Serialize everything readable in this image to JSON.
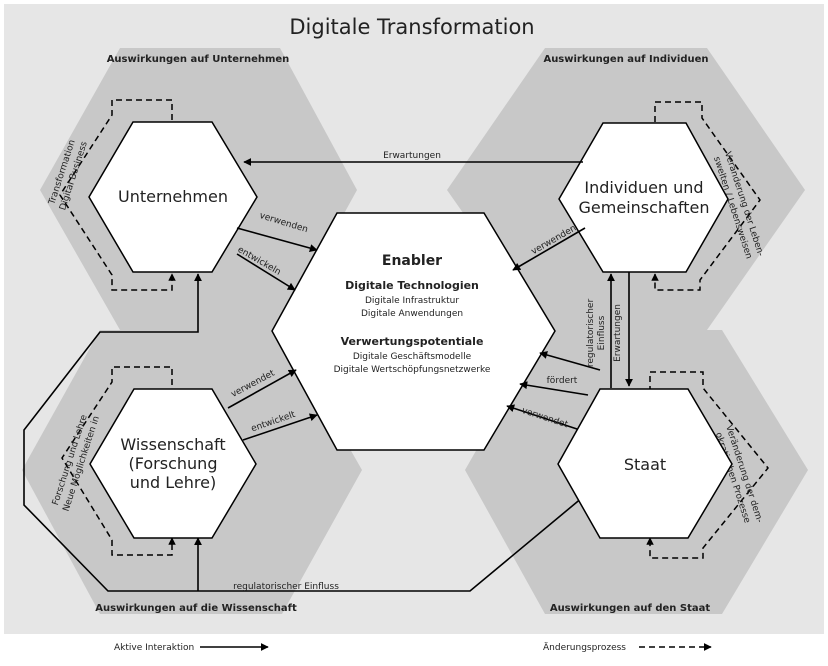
{
  "title": "Digitale Transformation",
  "regions": {
    "top_left": "Auswirkungen auf Unternehmen",
    "top_right": "Auswirkungen auf Individuen",
    "bottom_left": "Auswirkungen auf die Wissenschaft",
    "bottom_right": "Auswirkungen auf den Staat"
  },
  "nodes": {
    "unternehmen": "Unternehmen",
    "individuen_line1": "Individuen und",
    "individuen_line2": "Gemeinschaften",
    "wissenschaft_line1": "Wissenschaft",
    "wissenschaft_line2": "(Forschung",
    "wissenschaft_line3": "und Lehre)",
    "staat": "Staat"
  },
  "enabler": {
    "title": "Enabler",
    "section1_title": "Digitale Technologien",
    "section1_items": [
      "Digitale Infrastruktur",
      "Digitale Anwendungen"
    ],
    "section2_title": "Verwertungspotentiale",
    "section2_items": [
      "Digitale Geschäftsmodelle",
      "Digitale Wertschöpfungsnetzwerke"
    ]
  },
  "edges": {
    "erwartungen_top": "Erwartungen",
    "u_verwenden": "verwenden",
    "u_entwickeln": "entwickeln",
    "w_verwendet": "verwendet",
    "w_entwickelt": "entwickelt",
    "i_verwenden": "verwenden",
    "s_foerdert": "fördert",
    "s_verwendet": "verwendet",
    "reg_einfluss_line1": "regulatorischer",
    "reg_einfluss_line2": "Einfluss",
    "erwartungen_vertical": "Erwartungen",
    "reg_einfluss_bottom": "regulatorischer Einfluss"
  },
  "processes": {
    "unternehmen_line1": "Transformation",
    "unternehmen_line2": "Digital Business",
    "individuen_line1": "Veränderung der Leben-",
    "individuen_line2": "swelten / Lebensweisen",
    "wissenschaft_line1": "Forschung und Lehre",
    "wissenschaft_line2": "Neue Möglichkeiten in",
    "staat_line1": "Veränderung der dem-",
    "staat_line2": "okratischen Prozesse"
  },
  "legend": {
    "active": "Aktive Interaktion",
    "change": "Änderungsprozess"
  },
  "colors": {
    "background_panel": "#e6e6e6",
    "region_hex": "#c8c8c8",
    "node_fill": "#ffffff",
    "stroke": "#000000"
  }
}
